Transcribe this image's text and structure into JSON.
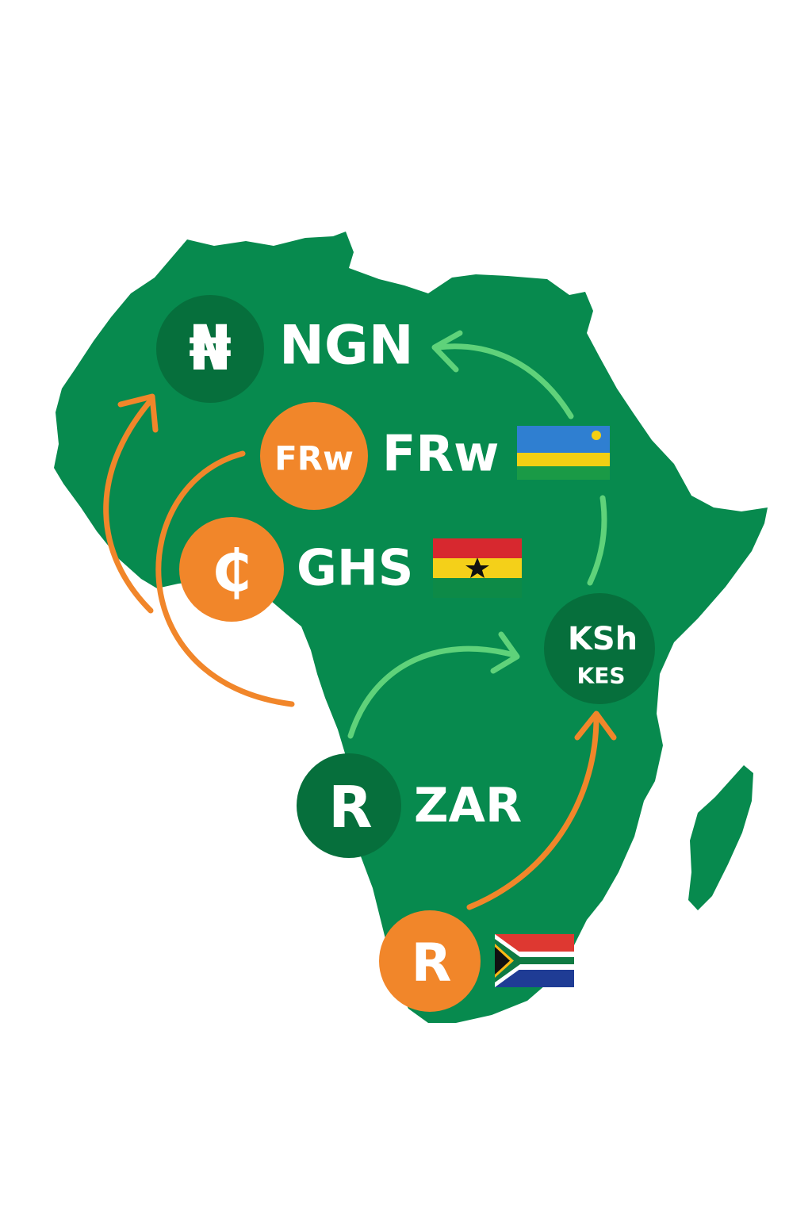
{
  "colors": {
    "map_green": "#078a4e",
    "badge_dark_green": "#066f3c",
    "badge_orange": "#f1862a",
    "arrow_orange": "#f1862a",
    "arrow_light_green": "#5fd27a",
    "text_white": "#ffffff"
  },
  "currencies": {
    "ngn": {
      "symbol": "₦",
      "code": "NGN"
    },
    "rwf": {
      "symbol": "FRw",
      "code": "FRw"
    },
    "ghs": {
      "symbol": "₵",
      "code": "GHS"
    },
    "kes": {
      "symbol": "KSh",
      "code": "KES"
    },
    "zar": {
      "symbol": "R",
      "code": "ZAR"
    },
    "zar_orange": {
      "symbol": "R"
    }
  },
  "flags": {
    "rwanda": "rwanda-flag-icon",
    "ghana": "ghana-flag-icon",
    "south_africa": "south-africa-flag-icon"
  }
}
